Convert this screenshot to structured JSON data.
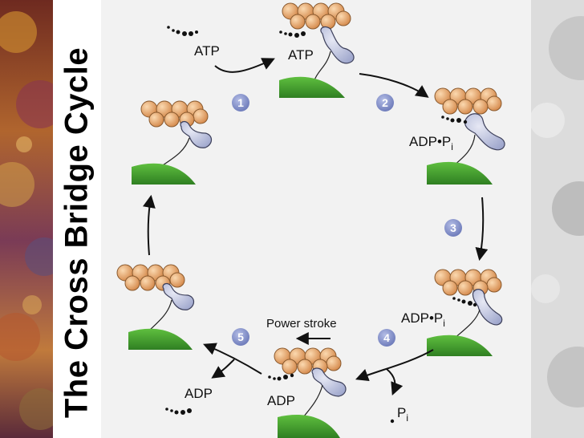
{
  "slide": {
    "title": "The Cross Bridge Cycle"
  },
  "diagram": {
    "steps": [
      "1",
      "2",
      "3",
      "4",
      "5"
    ],
    "labels": {
      "atp_in": "ATP",
      "atp_bound": "ATP",
      "adp_pi_cocked": "ADP•P",
      "adp_pi_cocked_sub": "i",
      "adp_pi_attached": "ADP•P",
      "adp_pi_attached_sub": "i",
      "pi_released": "P",
      "pi_released_sub": "i",
      "power_stroke": "Power stroke",
      "adp_bound": "ADP",
      "adp_released": "ADP"
    },
    "colors": {
      "actin_bead": "#e9a56a",
      "actin_outline": "#8a5a2e",
      "myosin_head": "#b8bedb",
      "myosin_outline": "#3c3f5a",
      "thick_filament": "#3f9f2f",
      "step_badge": "#7d8ac4",
      "arrow": "#111111",
      "panel": "#f2f2f2"
    }
  }
}
